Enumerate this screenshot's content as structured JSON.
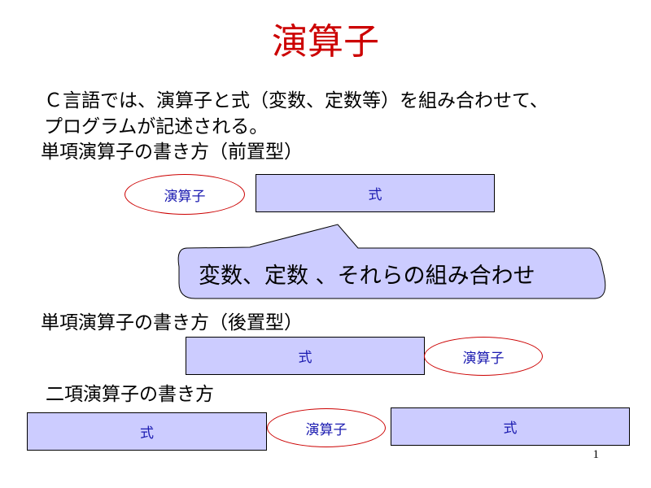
{
  "title": "演算子",
  "intro": {
    "line1": "Ｃ言語では、演算子と式（変数、定数等）を組み合わせて、",
    "line2": "プログラムが記述される。"
  },
  "sections": {
    "prefix": {
      "heading": "単項演算子の書き方（前置型）",
      "operator_label": "演算子",
      "expression_label": "式"
    },
    "callout": {
      "text": "変数、定数 、それらの組み合わせ"
    },
    "postfix": {
      "heading": "単項演算子の書き方（後置型）",
      "expression_label": "式",
      "operator_label": "演算子"
    },
    "binary": {
      "heading": "二項演算子の書き方",
      "left_expression_label": "式",
      "operator_label": "演算子",
      "right_expression_label": "式"
    }
  },
  "page_number": "1",
  "colors": {
    "title": "#cc0000",
    "box_fill": "#ccccff",
    "box_text": "#1a1ab0",
    "ellipse_stroke": "#cc0000"
  }
}
